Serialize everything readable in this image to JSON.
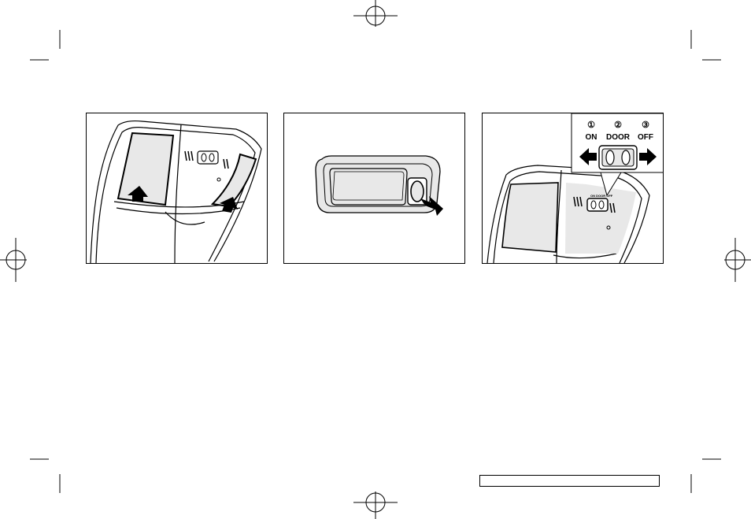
{
  "figures": [
    {
      "id": "open-lamp-lens"
    },
    {
      "id": "map-light-press"
    },
    {
      "id": "room-light-switch",
      "switch_positions": [
        {
          "number": "①",
          "label": "ON"
        },
        {
          "number": "②",
          "label": "DOOR"
        },
        {
          "number": "③",
          "label": "OFF"
        }
      ],
      "small_switch_label": "ON DOOR OFF"
    }
  ],
  "colors": {
    "ink": "#000000",
    "panel_fill": "#e8e8e8",
    "paper": "#ffffff"
  },
  "footer": {
    "text": ""
  }
}
